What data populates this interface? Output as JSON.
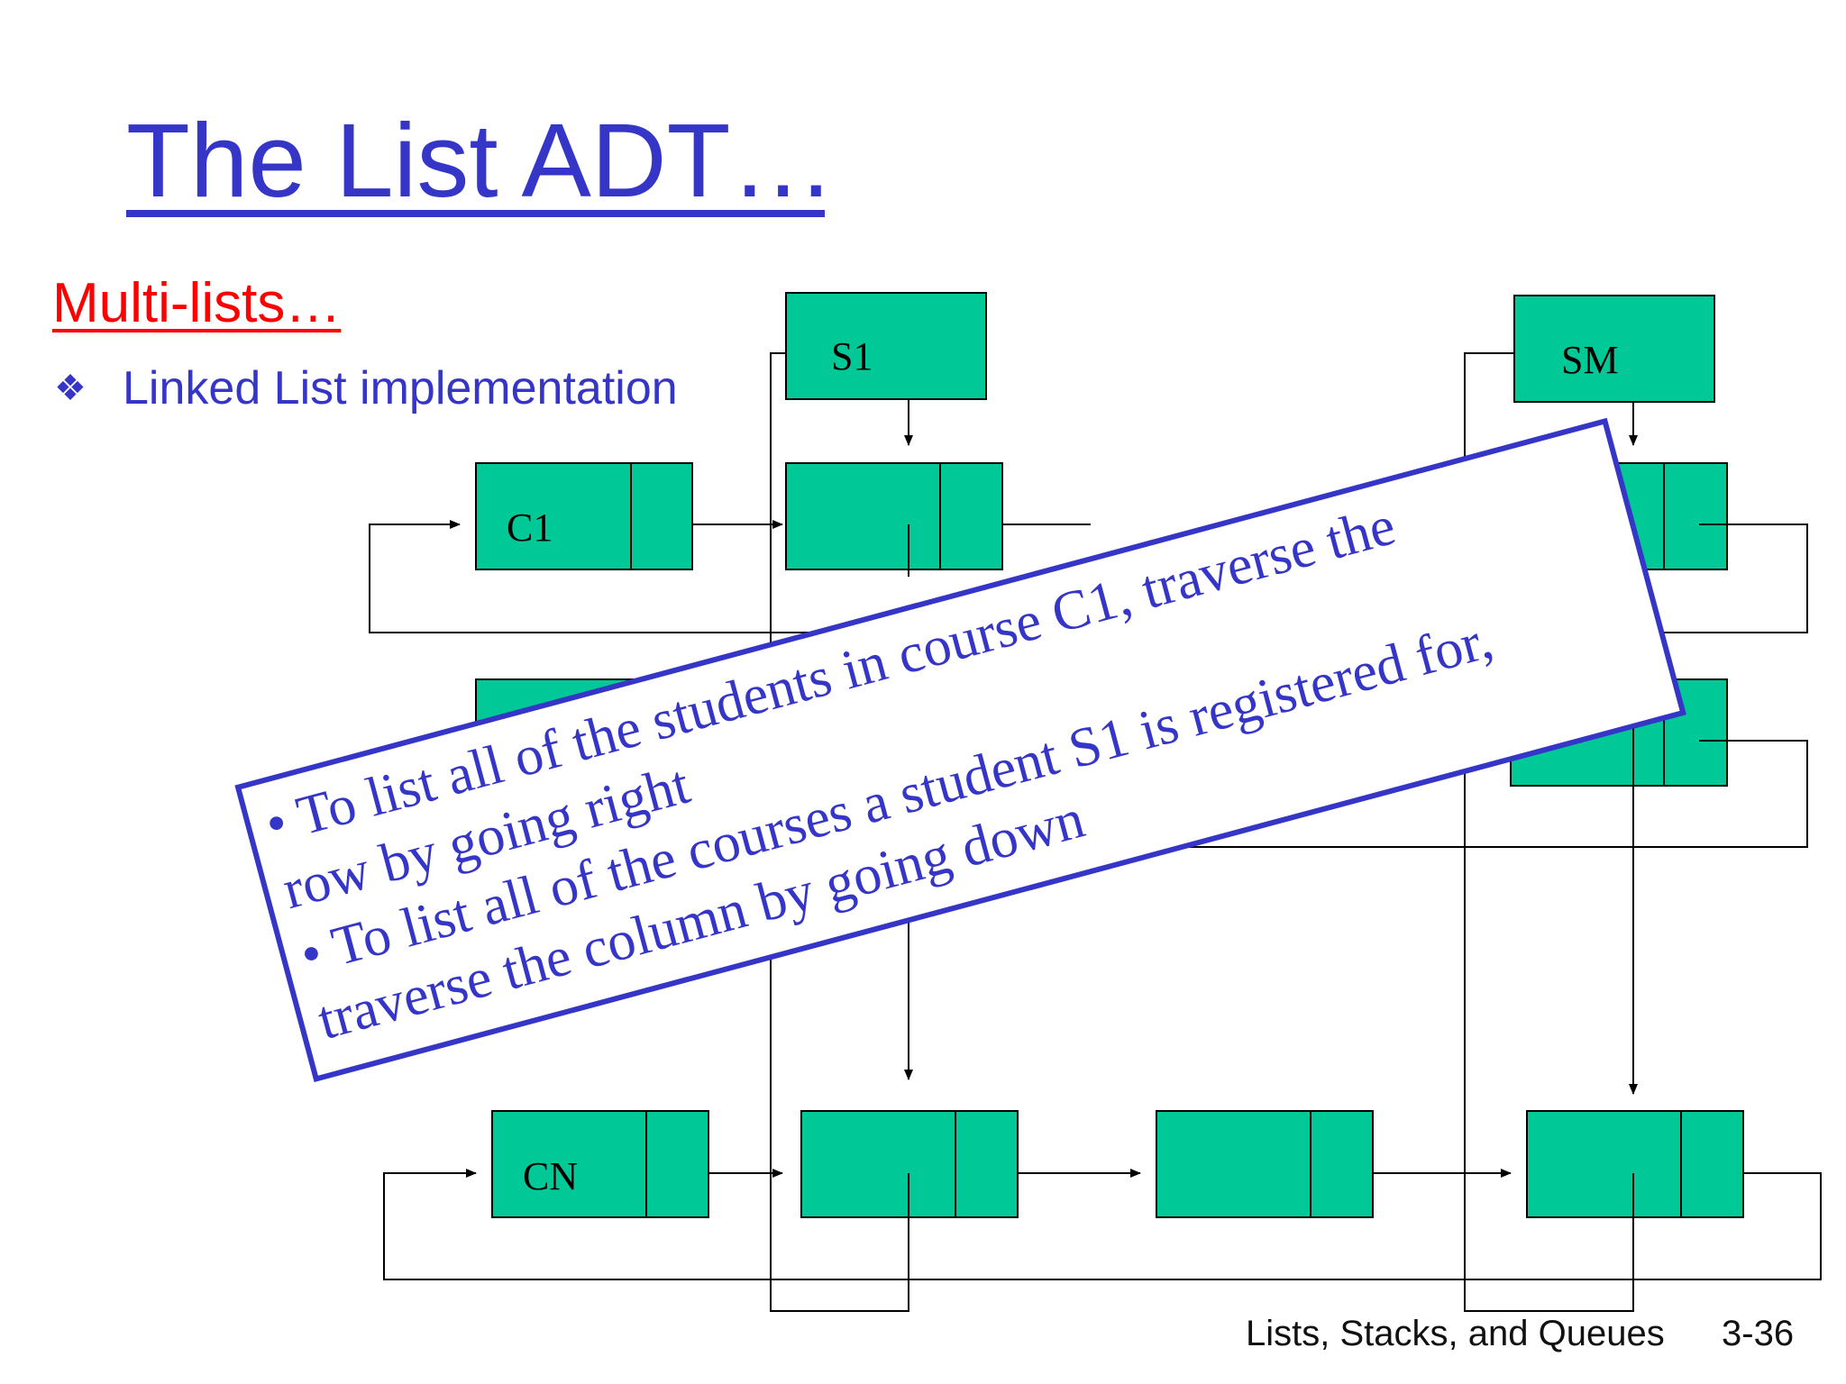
{
  "slide": {
    "title": "The List ADT…",
    "subtitle": "Multi-lists…",
    "bullet_marker": "❖",
    "bullet_text": "Linked List implementation",
    "footer_left": "Lists, Stacks, and Queues",
    "footer_right": "3-36"
  },
  "colors": {
    "title": "#3535c8",
    "subtitle": "#ff0000",
    "node_fill": "#00c896",
    "callout_border": "#3535c8"
  },
  "nodes": {
    "s1": "S1",
    "sm": "SM",
    "c1": "C1",
    "cn": "CN"
  },
  "callout": {
    "line1": "• To list all of the students in course C1, traverse the",
    "line2": "row by going right",
    "line3": "• To list all of the courses a student S1 is registered for,",
    "line4": "traverse the column by going down"
  }
}
